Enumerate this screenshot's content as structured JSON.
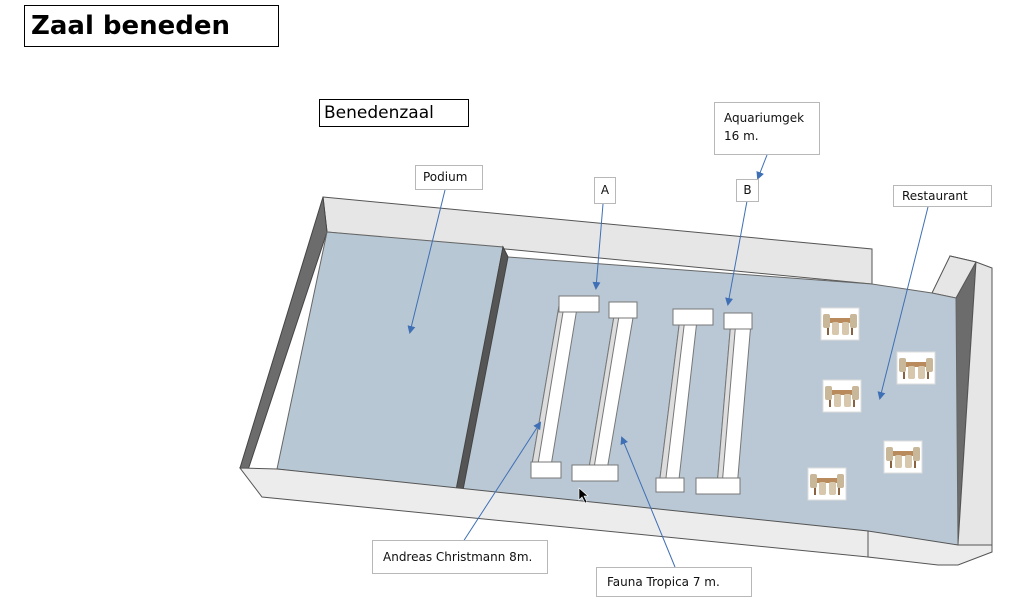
{
  "page": {
    "title": "Zaal beneden",
    "subtitle": "Benedenzaal"
  },
  "labels": {
    "podium": "Podium",
    "a": "A",
    "b": "B",
    "aquarium_line1": "Aquariumgek",
    "aquarium_line2": "16 m.",
    "restaurant": "Restaurant",
    "andreas": "Andreas Christmann  8m.",
    "fauna": "Fauna Tropica  7 m."
  },
  "colors": {
    "floor": "#b9c8d4",
    "wall_dark": "#6b6b6b",
    "wall_light": "#e8e8e8",
    "arrow": "#3f6fb5",
    "table": "#ffffff"
  },
  "icons": [
    "dining-set-icon",
    "arrow-icon"
  ]
}
